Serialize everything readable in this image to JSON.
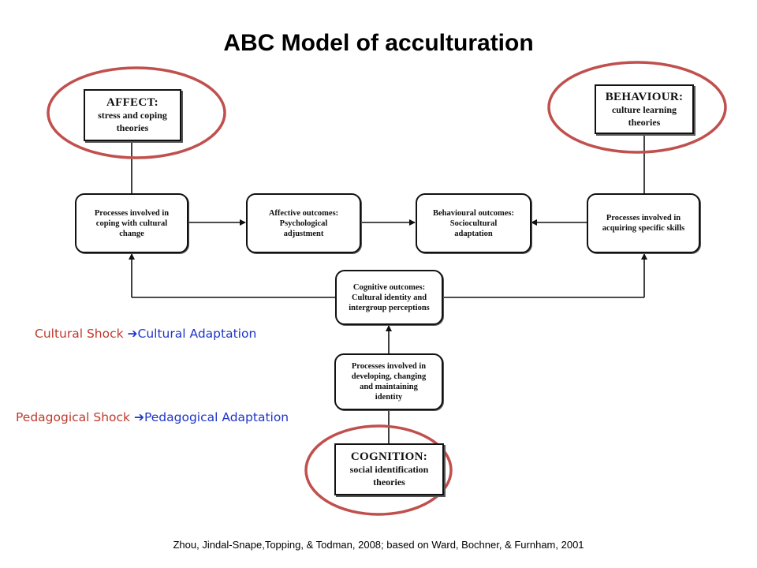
{
  "title": "ABC Model of acculturation",
  "theories": {
    "affect": {
      "head": "AFFECT:",
      "line1": "stress and coping",
      "line2": "theories"
    },
    "behaviour": {
      "head": "BEHAVIOUR:",
      "line1": "culture learning",
      "line2": "theories"
    },
    "cognition": {
      "head": "COGNITION:",
      "line1": "social identification",
      "line2": "theories"
    }
  },
  "processes": {
    "coping": [
      "Processes involved in",
      "coping with cultural",
      "change"
    ],
    "affective": [
      "Affective outcomes:",
      "Psychological",
      "adjustment"
    ],
    "behavioural": [
      "Behavioural outcomes:",
      "Sociocultural",
      "adaptation"
    ],
    "acquiring": [
      "Processes involved in",
      "acquiring specific skills"
    ],
    "cognitive": [
      "Cognitive outcomes:",
      "Cultural identity and",
      "intergroup perceptions"
    ],
    "identity": [
      "Processes involved in",
      "developing, changing",
      "and maintaining",
      "identity"
    ]
  },
  "captions": {
    "cultural_shock": "Cultural Shock ",
    "cultural_adaptation": "Cultural Adaptation",
    "pedagogical_shock": "Pedagogical Shock ",
    "pedagogical_adaptation": "Pedagogical Adaptation",
    "arrow_glyph": "➔"
  },
  "citation": "Zhou, Jindal-Snape,Topping, & Todman, 2008; based on Ward, Bochner, & Furnham, 2001",
  "colors": {
    "highlight_ellipse": "#c0504d",
    "shock_text": "#c0392b",
    "adaptation_text": "#1f35c7"
  }
}
